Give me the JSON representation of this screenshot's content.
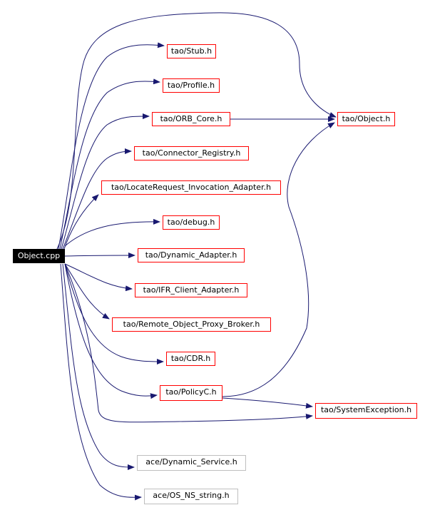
{
  "root": {
    "label": "Object.cpp"
  },
  "nodes": [
    {
      "id": "stub",
      "label": "tao/Stub.h",
      "kind": "internal"
    },
    {
      "id": "profile",
      "label": "tao/Profile.h",
      "kind": "internal"
    },
    {
      "id": "orb_core",
      "label": "tao/ORB_Core.h",
      "kind": "internal"
    },
    {
      "id": "connector_registry",
      "label": "tao/Connector_Registry.h",
      "kind": "internal"
    },
    {
      "id": "locate_request",
      "label": "tao/LocateRequest_Invocation_Adapter.h",
      "kind": "internal"
    },
    {
      "id": "debug",
      "label": "tao/debug.h",
      "kind": "internal"
    },
    {
      "id": "dynamic_adapter",
      "label": "tao/Dynamic_Adapter.h",
      "kind": "internal"
    },
    {
      "id": "ifr_client_adapter",
      "label": "tao/IFR_Client_Adapter.h",
      "kind": "internal"
    },
    {
      "id": "remote_object_proxy_broker",
      "label": "tao/Remote_Object_Proxy_Broker.h",
      "kind": "internal"
    },
    {
      "id": "cdr",
      "label": "tao/CDR.h",
      "kind": "internal"
    },
    {
      "id": "policyc",
      "label": "tao/PolicyC.h",
      "kind": "internal"
    },
    {
      "id": "object_h",
      "label": "tao/Object.h",
      "kind": "internal"
    },
    {
      "id": "system_exception",
      "label": "tao/SystemException.h",
      "kind": "internal"
    },
    {
      "id": "dynamic_service",
      "label": "ace/Dynamic_Service.h",
      "kind": "external"
    },
    {
      "id": "os_ns_string",
      "label": "ace/OS_NS_string.h",
      "kind": "external"
    }
  ],
  "edges": [
    [
      "root",
      "object_h"
    ],
    [
      "root",
      "stub"
    ],
    [
      "root",
      "profile"
    ],
    [
      "root",
      "orb_core"
    ],
    [
      "root",
      "connector_registry"
    ],
    [
      "root",
      "locate_request"
    ],
    [
      "root",
      "debug"
    ],
    [
      "root",
      "dynamic_adapter"
    ],
    [
      "root",
      "ifr_client_adapter"
    ],
    [
      "root",
      "remote_object_proxy_broker"
    ],
    [
      "root",
      "cdr"
    ],
    [
      "root",
      "policyc"
    ],
    [
      "root",
      "system_exception"
    ],
    [
      "root",
      "dynamic_service"
    ],
    [
      "root",
      "os_ns_string"
    ],
    [
      "orb_core",
      "object_h"
    ],
    [
      "policyc",
      "object_h"
    ],
    [
      "policyc",
      "system_exception"
    ]
  ],
  "colors": {
    "edge": "#191970",
    "internal_border": "#ff0000",
    "external_border": "#bfbfbf",
    "root_fill": "#000000",
    "root_text": "#ffffff"
  }
}
